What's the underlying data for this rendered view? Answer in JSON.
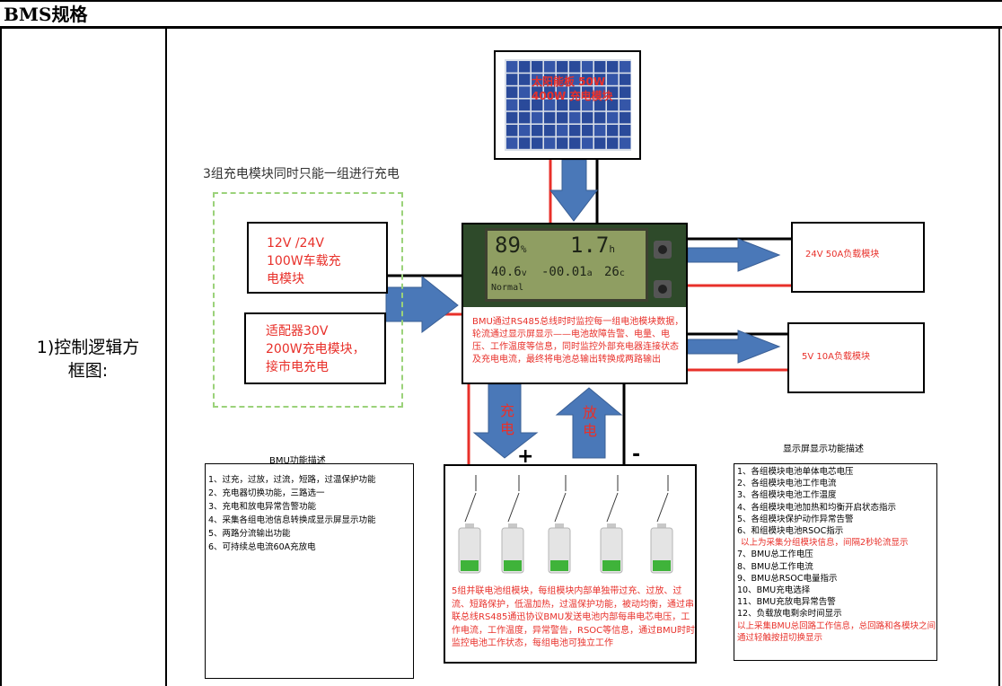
{
  "header": {
    "title": "BMS规格"
  },
  "row": {
    "label_line1": "1)控制逻辑方",
    "label_line2": "框图:"
  },
  "diagram": {
    "solar_label_line1": "太阳能板 50W",
    "solar_label_line2": "400W 充电模块",
    "caption": "3组充电模块同时只能一组进行充电",
    "module1": [
      "12V /24V",
      "100W车载充",
      "电模块"
    ],
    "module2": [
      "适配器30V",
      "200W充电模块，",
      "接市电充电"
    ],
    "lcd": {
      "percent": "89",
      "percent_unit": "%",
      "hours": "1.7",
      "hours_unit": "h",
      "voltage": "40.6",
      "voltage_unit": "v",
      "current": "-00.01",
      "current_unit": "a",
      "temp": "26",
      "temp_unit": "c",
      "status": "Normal"
    },
    "bmu_desc": "BMU通过RS485总线时时监控每一组电池模块数据，轮流通过显示屏显示——电池故障告警、电量、电压、工作温度等信息，同时监控外部充电器连接状态及充电电流，最终将电池总输出转换成两路输出",
    "output1": "24V 50A负载模块",
    "output2": "5V 10A负载模块",
    "arrow_charge": "充电",
    "arrow_discharge": "放电",
    "plus": "+",
    "minus": "-",
    "battery_desc": "5组并联电池组模块，每组模块内部单独带过充、过放、过流、短路保护，低温加热，过温保护功能，被动均衡，通过串联总线RS485通迅协议BMU发送电池内部每串电芯电压，工作电流，工作温度，异常警告，RSOC等信息，通过BMU时时监控电池工作状态，每组电池可独立工作"
  },
  "bmu_functions": {
    "title": "BMU功能描述",
    "items": [
      "1、过充，过放，过流，短路，过温保护功能",
      "2、充电器切换功能，三路选一",
      "3、充电和放电异常告警功能",
      "4、采集各组电池信息转换成显示屏显示功能",
      "5、两路分流输出功能",
      "6、可持续总电流60A充放电"
    ]
  },
  "display_functions": {
    "title": "显示屏显示功能描述",
    "items": [
      "1、各组模块电池单体电芯电压",
      "2、各组模块电池工作电流",
      "3、各组模块电池工作温度",
      "4、各组模块电池加热和均衡开启状态指示",
      "5、各组模块保护动作异常告警",
      "6、和组模块电池RSOC指示"
    ],
    "note1": "以上为采集分组模块信息，间隔2秒轮流显示",
    "items2": [
      "7、BMU总工作电压",
      "8、BMU总工作电流",
      "9、BMU总RSOC电量指示",
      "10、BMU充电选择",
      "11、BMU充放电异常告警",
      "12、负载放电剩余时间显示"
    ],
    "note2": "以上采集BMU总回路工作信息，总回路和各模块之间通过轻触按扭切换显示"
  },
  "colors": {
    "red": "#e8302a",
    "arrow_blue": "#4a78b8",
    "dashed_green": "#9bd27a",
    "lcd_green": "#8f9e62"
  }
}
